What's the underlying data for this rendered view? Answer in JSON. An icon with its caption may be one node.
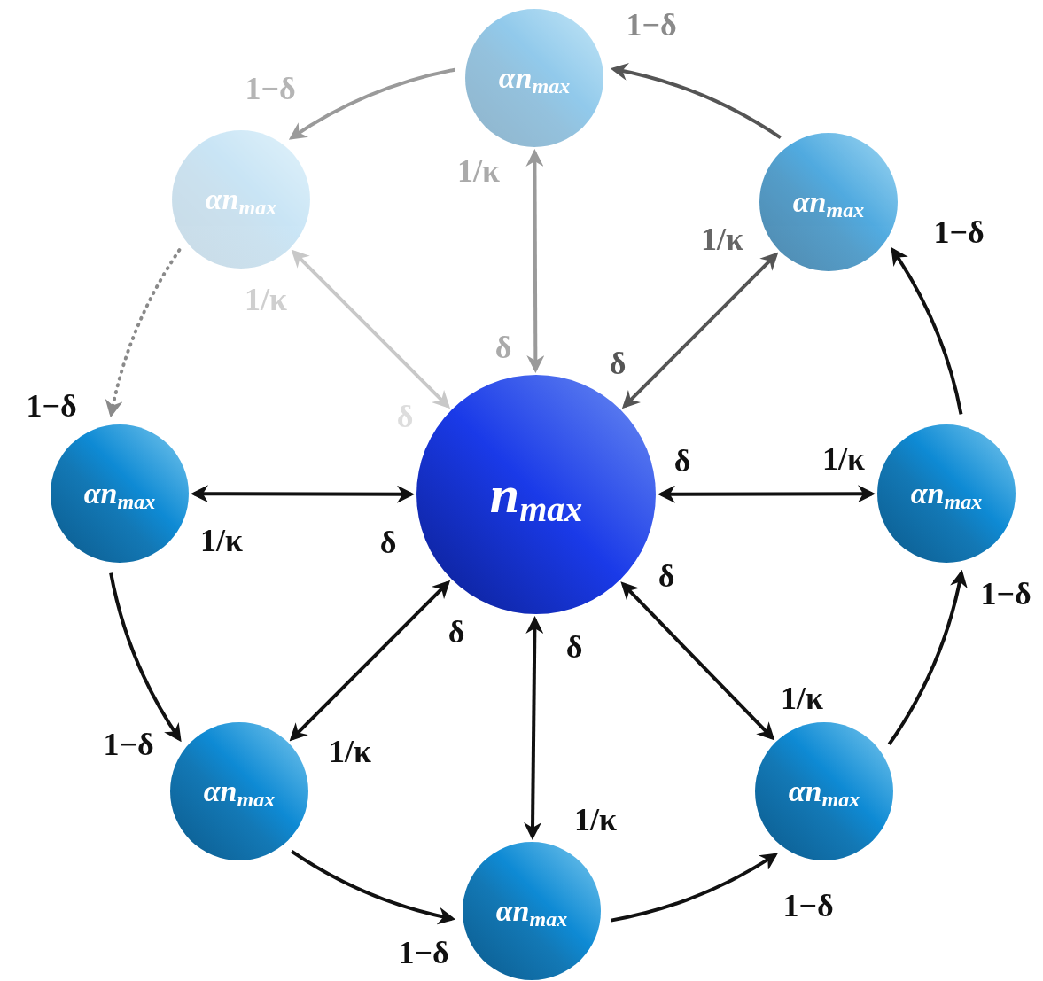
{
  "diagram": {
    "nodes": [
      {
        "text": [
          "αn$_{max}$"
        ]
      },
      {
        "text": [
          "αn$_{max}$"
        ]
      },
      {
        "text": [
          "αn$_{max}$"
        ]
      },
      {
        "text": [
          "αn$_{max}$"
        ]
      },
      {
        "text": [
          "n$_{max}$"
        ]
      },
      {
        "text": [
          "αn$_{max}$"
        ]
      },
      {
        "text": [
          "αn$_{max}$"
        ]
      },
      {
        "text": [
          "αn$_{max}$"
        ]
      },
      {
        "text": [
          "αn$_{max}$"
        ]
      }
    ],
    "edges": [
      {
        "from": 4,
        "to": 0,
        "arrow": "both",
        "color": "#9a9a9a"
      },
      {
        "from": 4,
        "to": 1,
        "arrow": "both",
        "color": "#c8c8c8"
      },
      {
        "from": 4,
        "to": 2,
        "arrow": "both",
        "color": "#555555"
      },
      {
        "from": 4,
        "to": 3,
        "arrow": "both"
      },
      {
        "from": 4,
        "to": 5,
        "arrow": "both"
      },
      {
        "from": 4,
        "to": 6,
        "arrow": "both"
      },
      {
        "from": 4,
        "to": 7,
        "arrow": "both"
      },
      {
        "from": 4,
        "to": 8,
        "arrow": "both"
      },
      {
        "from": 0,
        "to": 1,
        "arrow": "to",
        "color": "#9a9a9a"
      },
      {
        "from": 2,
        "to": 0,
        "arrow": "to",
        "color": "#555555"
      },
      {
        "from": 5,
        "to": 2,
        "arrow": "to"
      },
      {
        "from": 7,
        "to": 5,
        "arrow": "to"
      },
      {
        "from": 8,
        "to": 7,
        "arrow": "to"
      },
      {
        "from": 6,
        "to": 8,
        "arrow": "to"
      },
      {
        "from": 3,
        "to": 6,
        "arrow": "to"
      },
      {
        "from": 1,
        "to": 3,
        "arrow": "to",
        "style": "dashed",
        "color": "#8a8a8a"
      }
    ],
    "labels": [
      "1−δ",
      "1−δ",
      "1/κ",
      "1/κ",
      "1−δ",
      "1/κ",
      "δ",
      "δ",
      "1−δ",
      "δ",
      "δ",
      "1/κ",
      "1/κ",
      "δ",
      "δ",
      "1−δ",
      "δ",
      "δ",
      "1/κ",
      "1−δ",
      "1/κ",
      "1/κ",
      "1−δ",
      "1−δ"
    ]
  }
}
